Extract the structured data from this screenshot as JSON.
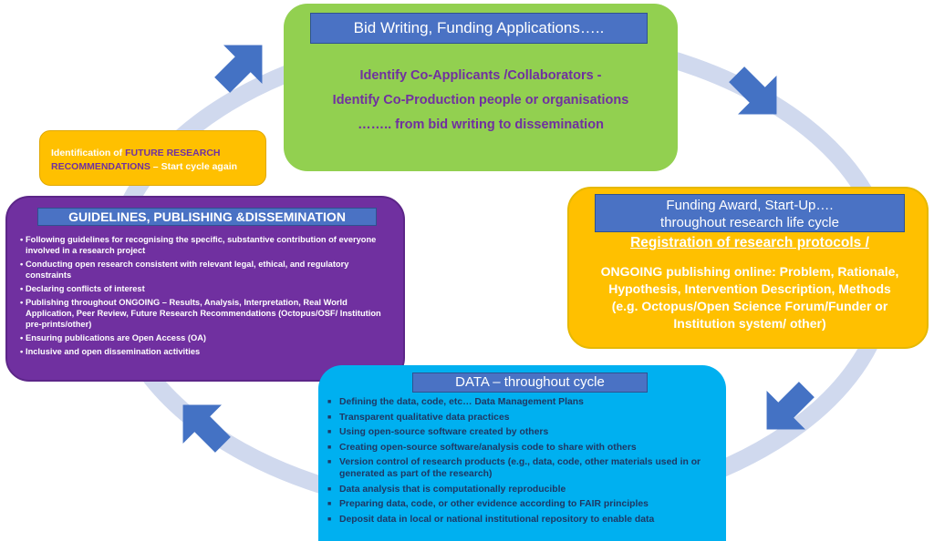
{
  "bid_box": {
    "header": "Bid Writing, Funding Applications…..",
    "lines": [
      "Identify Co-Applicants /Collaborators -",
      "Identify Co-Production people or organisations",
      "…….. from bid writing to dissemination"
    ]
  },
  "funding_box": {
    "header_line1": "Funding Award, Start-Up….",
    "header_line2": "throughout research life cycle",
    "registration": "Registration of research protocols /",
    "lines": [
      "ONGOING publishing online: Problem, Rationale,",
      "Hypothesis, Intervention Description, Methods",
      "(e.g. Octopus/Open Science Forum/Funder or",
      "Institution system/ other)"
    ]
  },
  "future_box": {
    "prefix": "Identification of ",
    "highlight_line1": "FUTURE RESEARCH",
    "highlight_line2": "RECOMMENDATIONS",
    "suffix": " – Start cycle again"
  },
  "guidelines_box": {
    "header": "GUIDELINES, PUBLISHING &DISSEMINATION",
    "items": [
      "Following guidelines for recognising the specific, substantive contribution of everyone involved in a research project",
      "Conducting open research consistent with relevant legal, ethical, and regulatory constraints",
      "Declaring conflicts of interest",
      "Publishing throughout ONGOING – Results, Analysis, Interpretation, Real World Application, Peer Review, Future Research Recommendations (Octopus/OSF/ Institution pre-prints/other)",
      "Ensuring publications are Open Access (OA)",
      "Inclusive and open dissemination activities"
    ]
  },
  "data_box": {
    "header": "DATA – throughout cycle",
    "items": [
      "Defining the data, code, etc… Data Management Plans",
      "Transparent qualitative data practices",
      "Using open-source software created by others",
      "Creating open-source software/analysis code to share with others",
      "Version control of research products (e.g., data, code, other materials used in or generated as part of the research)",
      "Data analysis that is computationally reproducible",
      "Preparing data, code, or other evidence according to FAIR principles",
      "Deposit data in local or national institutional repository to enable data"
    ]
  },
  "colors": {
    "green": "#92d050",
    "orange": "#ffc000",
    "purple": "#7030a0",
    "blue": "#00b0f0",
    "header_blue": "#4a72c4",
    "arrow_blue": "#4472c4",
    "ring": "#d0d9ee"
  }
}
